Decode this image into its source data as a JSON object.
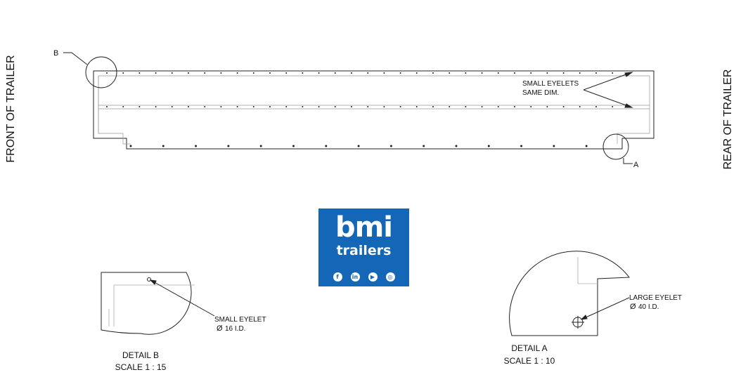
{
  "labels": {
    "front": "FRONT OF TRAILER",
    "rear": "REAR OF TRAILER",
    "callout_b": "B",
    "callout_a": "A",
    "small_eyelets_line1": "SMALL EYELETS",
    "small_eyelets_line2": "SAME DIM.",
    "detail_b_note_line1": "SMALL EYELET",
    "detail_b_note_line2": "16 I.D.",
    "detail_b_title": "DETAIL B",
    "detail_b_scale": "SCALE 1 : 15",
    "detail_a_note_line1": "LARGE EYELET",
    "detail_a_note_line2": "40 I.D.",
    "detail_a_title": "DETAIL A",
    "detail_a_scale": "SCALE 1 : 10",
    "diameter_symbol": "Ø"
  },
  "logo": {
    "brand": "bmi",
    "subtitle": "trailers",
    "background": "#1467b6",
    "social_icons": [
      "facebook-icon",
      "linkedin-icon",
      "youtube-icon",
      "instagram-icon"
    ]
  }
}
